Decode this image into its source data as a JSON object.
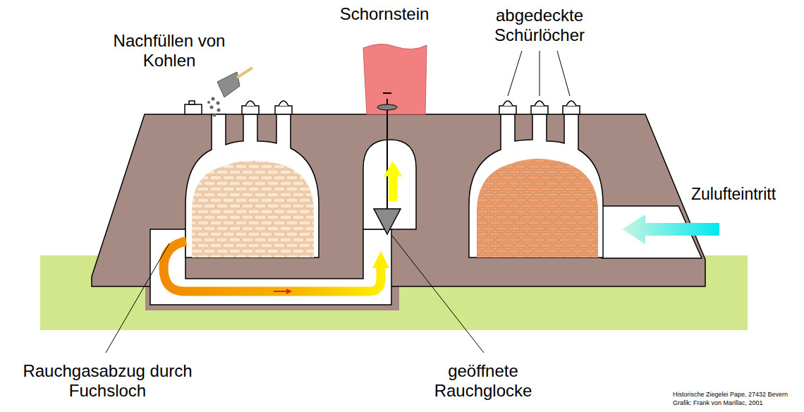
{
  "diagram": {
    "labels": [
      "Nachfüllen von Kohlen",
      "Schornstein",
      "abgedeckte Schürlöcher",
      "Zulufteintritt",
      "Rauchgasabzug durch Fuchsloch",
      "geöffnete Rauchglocke",
      "Historische Ziegelei Pape, 27432 Bevern",
      "Grafik: Frank von Marillac, 2001"
    ]
  }
}
